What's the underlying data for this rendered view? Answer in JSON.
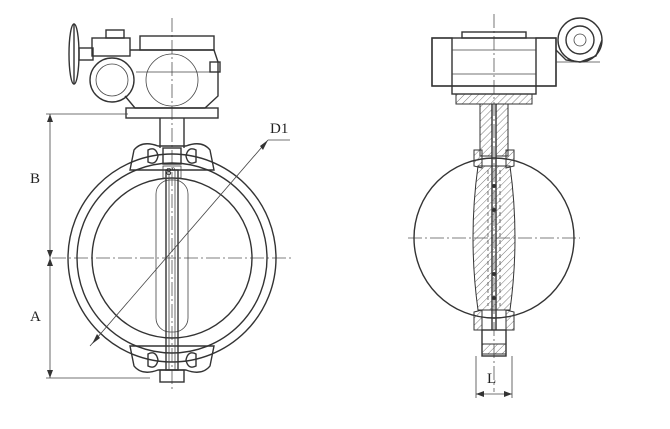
{
  "labels": {
    "dim_b": "B",
    "dim_a": "A",
    "dim_d1": "D1",
    "dim_l": "L",
    "angle_mark": "8°"
  },
  "colors": {
    "line": "#333333",
    "hatch": "#555555",
    "background": "#ffffff"
  }
}
